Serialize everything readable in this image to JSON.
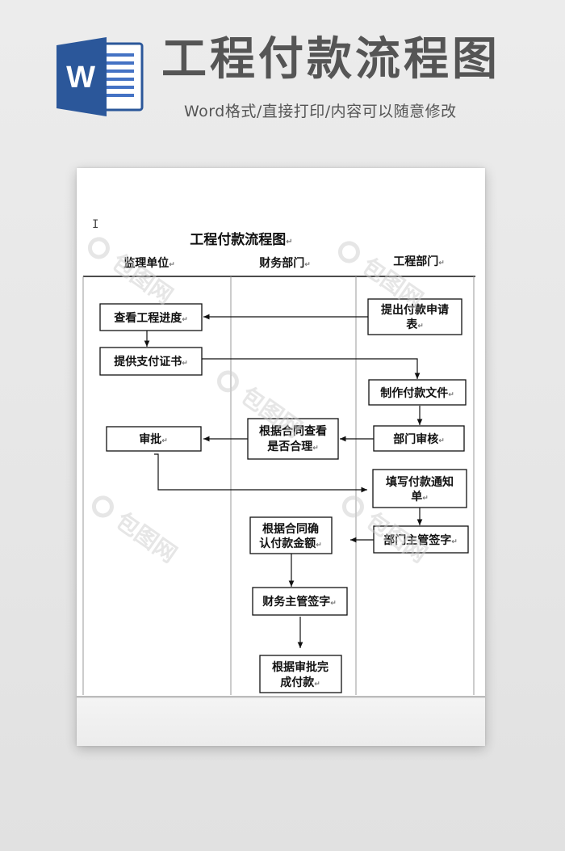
{
  "banner": {
    "logo_letter": "W",
    "title": "工程付款流程图",
    "subtitle": "Word格式/直接打印/内容可以随意修改"
  },
  "document": {
    "cursor": "I",
    "title": "工程付款流程图",
    "mark": "↵",
    "watermark": "包图网",
    "lanes": [
      "监理单位",
      "财务部门",
      "工程部门"
    ],
    "nodes": {
      "check_progress": [
        "查看工程进度"
      ],
      "provide_cert": [
        "提供支付证书"
      ],
      "approve": [
        "审批"
      ],
      "request": [
        "提出付款申请",
        "表"
      ],
      "make_docs": [
        "制作付款文件"
      ],
      "dept_review": [
        "部门审核"
      ],
      "contract_check": [
        "根据合同查看",
        "是否合理"
      ],
      "fill_notice": [
        "填写付款通知",
        "单"
      ],
      "dept_head_sign": [
        "部门主管签字"
      ],
      "confirm_amount": [
        "根据合同确",
        "认付款金额"
      ],
      "finance_sign": [
        "财务主管签字"
      ],
      "complete": [
        "根据审批完",
        "成付款"
      ]
    }
  },
  "colors": {
    "word_blue": "#2b579a",
    "word_blue_light": "#4472c4",
    "line": "#111111",
    "watermark": "#cccccc"
  }
}
